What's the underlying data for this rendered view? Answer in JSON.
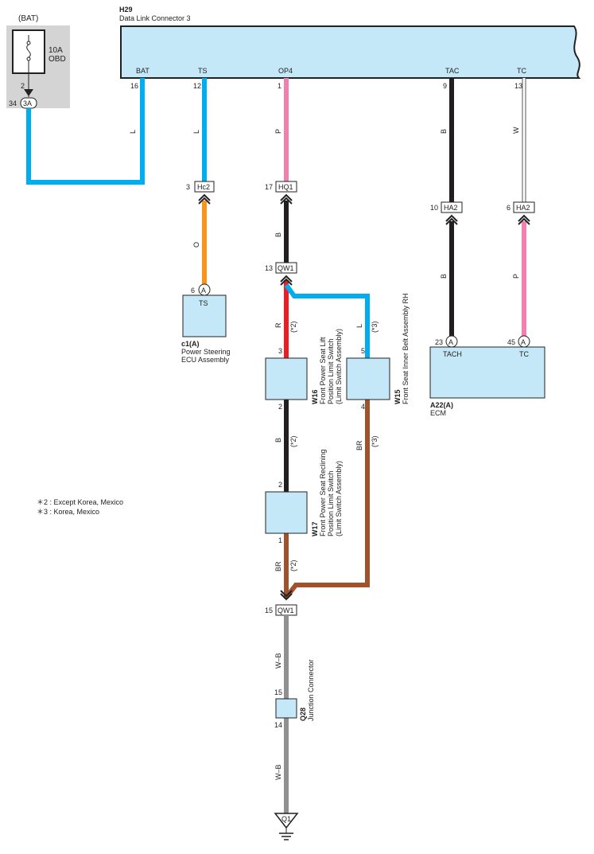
{
  "fuse_block": {
    "supply": "(BAT)",
    "rating": "10A",
    "name": "OBD",
    "pin_top": "2",
    "pin_left": "34",
    "connector": "3A"
  },
  "dlc": {
    "id": "H29",
    "name": "Data Link Connector 3"
  },
  "dlc_terminals": [
    {
      "label": "BAT",
      "pin": "16"
    },
    {
      "label": "TS",
      "pin": "12"
    },
    {
      "label": "OP4",
      "pin": "1"
    },
    {
      "label": "TAC",
      "pin": "9"
    },
    {
      "label": "TC",
      "pin": "13"
    }
  ],
  "wire_colors": {
    "L": "L",
    "O": "O",
    "P": "P",
    "B": "B",
    "W": "W",
    "R": "R",
    "BR": "BR",
    "WB": "W–B",
    "hex_blue": "#00aeef",
    "hex_orange": "#f7941d",
    "hex_pink": "#f080b0",
    "hex_black": "#231f20",
    "hex_red": "#ed1c24",
    "hex_brown": "#a0522d"
  },
  "notes": {
    "star2": "(*2)",
    "star3": "(*3)"
  },
  "connectors": {
    "hc2": {
      "pin": "3",
      "name": "Hc2"
    },
    "hq1": {
      "pin": "17",
      "name": "HQ1"
    },
    "qw1_top": {
      "pin": "13",
      "name": "QW1"
    },
    "qw1_bottom": {
      "pin": "15",
      "name": "QW1"
    },
    "ha2_tac": {
      "pin": "10",
      "name": "HA2"
    },
    "ha2_tc": {
      "pin": "6",
      "name": "HA2"
    }
  },
  "c1": {
    "pin": "6",
    "tag": "A",
    "term": "TS",
    "id": "c1(A)",
    "name_line1": "Power Steering",
    "name_line2": "ECU Assembly"
  },
  "ecm": {
    "pin1": "23",
    "tag1": "A",
    "term1": "TACH",
    "pin2": "45",
    "tag2": "A",
    "term2": "TC",
    "id": "A22(A)",
    "name": "ECM"
  },
  "w16": {
    "pin_top": "3",
    "pin_bottom": "2",
    "id": "W16",
    "line1": "Front Power Seat Lift",
    "line2": "Position Limit Switch",
    "line3": "(Limit Switch Assembly)"
  },
  "w15": {
    "pin_top": "5",
    "pin_bottom": "4",
    "id": "W15",
    "line1": "Front Seat Inner Belt Assembly RH"
  },
  "w17": {
    "pin_top": "2",
    "pin_bottom": "1",
    "id": "W17",
    "line1": "Front Power Seat Reclining",
    "line2": "Position Limit Switch",
    "line3": "(Limit Switch Assembly)"
  },
  "q28": {
    "pin_top": "15",
    "pin_bottom": "14",
    "id": "Q28",
    "name": "Junction Connector"
  },
  "ground": {
    "name": "Q1"
  },
  "legend": [
    "＊2 : Except Korea,  Mexico",
    "＊3 : Korea,  Mexico"
  ]
}
